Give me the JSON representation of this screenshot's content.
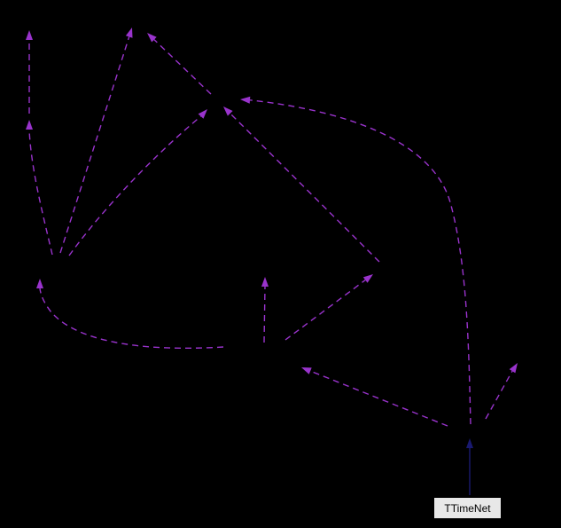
{
  "diagram": {
    "type": "collaboration-graph",
    "node_label": "TTimeNet",
    "colors": {
      "background": "#000000",
      "dashed_edge": "#9933cc",
      "solid_edge": "#191970",
      "node_fill": "#e8e8e8",
      "node_border": "#000000",
      "node_text": "#000000"
    },
    "edges_summary": {
      "dashed_arrows": 12,
      "solid_arrows": 1,
      "dashed_style": "dashed",
      "solid_style": "solid"
    }
  }
}
